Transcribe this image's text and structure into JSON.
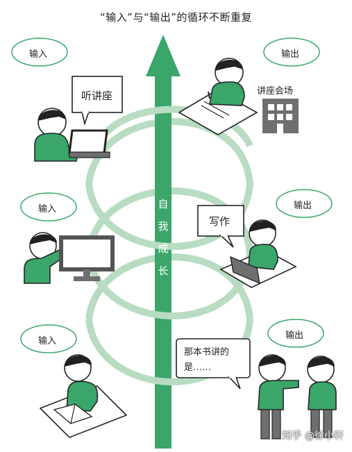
{
  "title": "“输入”与“输出”的循环不断重复",
  "arrow_label": [
    "自",
    "我",
    "成",
    "长"
  ],
  "inputs": [
    {
      "label": "输入",
      "bubble": "听讲座"
    },
    {
      "label": "输入"
    },
    {
      "label": "输入"
    }
  ],
  "outputs": [
    {
      "label": "输出",
      "caption": "讲座会场"
    },
    {
      "label": "输出",
      "bubble": "写作"
    },
    {
      "label": "输出",
      "bubble_line1": "那本书讲的",
      "bubble_line2": "是……"
    }
  ],
  "watermark": "知乎 @徐小轩",
  "colors": {
    "green": "#3aa66a",
    "ring": "#b8dcc1",
    "gray": "#6f6f6f",
    "bg": "#ffffff"
  }
}
